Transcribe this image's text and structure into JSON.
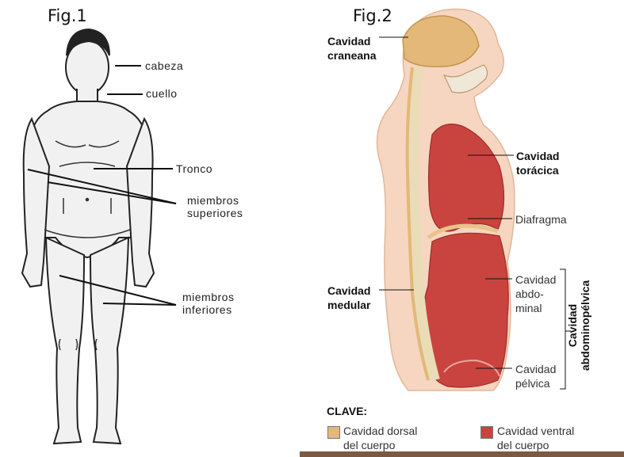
{
  "fig1": {
    "title": "Fig.1",
    "labels": {
      "cabeza": "cabeza",
      "cuello": "cuello",
      "tronco": "Tronco",
      "superiores_line1": "miembros",
      "superiores_line2": "superiores",
      "inferiores_line1": "miembros",
      "inferiores_line2": "inferiores"
    }
  },
  "fig2": {
    "title": "Fig.2",
    "labels": {
      "craneana_line1": "Cavidad",
      "craneana_line2": "craneana",
      "toracica_line1": "Cavidad",
      "toracica_line2": "torácica",
      "diafragma": "Diafragma",
      "medular_line1": "Cavidad",
      "medular_line2": "medular",
      "abdominal_line1": "Cavidad",
      "abdominal_line2": "abdo-",
      "abdominal_line3": "minal",
      "pelvica_line1": "Cavidad",
      "pelvica_line2": "pélvica",
      "abdominopelvica_line1": "Cavidad",
      "abdominopelvica_line2": "abdominopélvica"
    },
    "key": {
      "title": "CLAVE:",
      "dorsal_line1": "Cavidad dorsal",
      "dorsal_line2": "del cuerpo",
      "ventral_line1": "Cavidad ventral",
      "ventral_line2": "del cuerpo"
    }
  },
  "colors": {
    "dorsal_cavity": "#e3b878",
    "ventral_cavity": "#c9443f",
    "skin": "#f6d6c0"
  }
}
